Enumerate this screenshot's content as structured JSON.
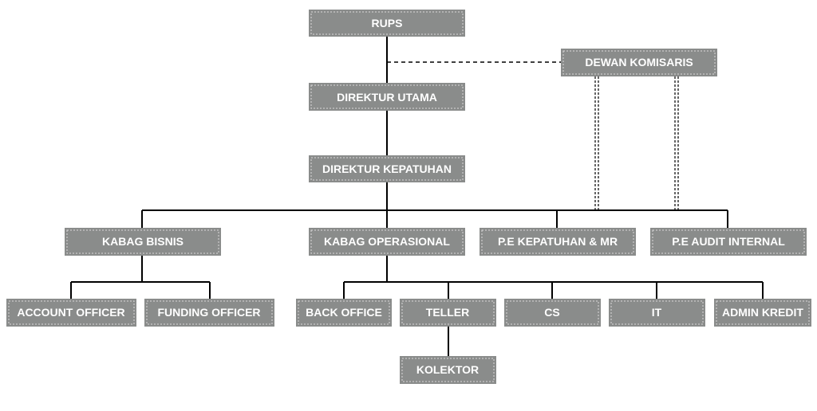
{
  "org": {
    "rups": "RUPS",
    "dewan_komisaris": "DEWAN KOMISARIS",
    "direktur_utama": "DIREKTUR UTAMA",
    "direktur_kepatuhan": "DIREKTUR KEPATUHAN",
    "kabag_bisnis": "KABAG BISNIS",
    "kabag_operasional": "KABAG OPERASIONAL",
    "pe_kepatuhan_mr": "P.E KEPATUHAN & MR",
    "pe_audit_internal": "P.E AUDIT INTERNAL",
    "account_officer": "ACCOUNT OFFICER",
    "funding_officer": "FUNDING OFFICER",
    "back_office": "BACK OFFICE",
    "teller": "TELLER",
    "cs": "CS",
    "it": "IT",
    "admin_kredit": "ADMIN KREDIT",
    "kolektor": "KOLEKTOR"
  },
  "colors": {
    "box_fill": "#8a8c8b",
    "box_text": "#ffffff",
    "connector": "#000000"
  }
}
